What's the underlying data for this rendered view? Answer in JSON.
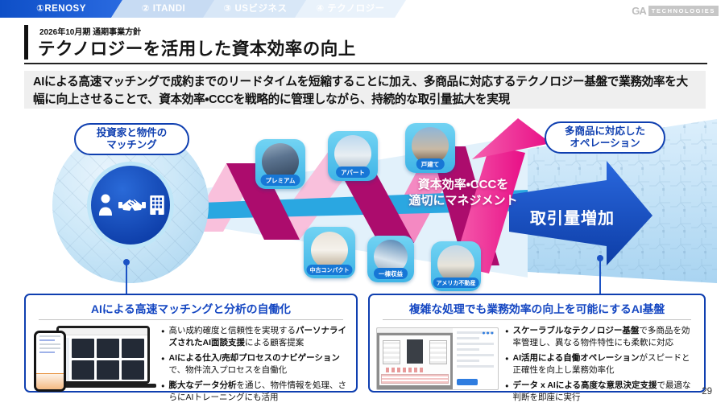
{
  "page": {
    "number": "29"
  },
  "nav": {
    "tabs": [
      {
        "label": "①RENOSY"
      },
      {
        "label": "② ITANDI"
      },
      {
        "label": "③ USビジネス"
      },
      {
        "label": "④ テクノロジー"
      }
    ],
    "logo": {
      "mark": "GA",
      "word": "TECHNOLOGIES"
    }
  },
  "header": {
    "eyebrow": "2026年10月期 通期事業方針",
    "title": "テクノロジーを活用した資本効率の向上"
  },
  "summary": "AIによる高速マッチングで成約までのリードタイムを短縮することに加え、多商品に対応するテクノロジー基盤で業務効率を大幅に向上させることで、資本効率・CCCを戦略的に管理しながら、持続的な取引量拡大を実現",
  "diagram": {
    "left_bubble": {
      "line1": "投資家と物件の",
      "line2": "マッチング"
    },
    "right_bubble": {
      "line1": "多商品に対応した",
      "line2": "オペレーション"
    },
    "center_label": {
      "line1": "資本効率・CCCを",
      "line2": "適切にマネジメント"
    },
    "arrow_label": "取引量増加",
    "products": [
      {
        "label": "プレミアム"
      },
      {
        "label": "アパート"
      },
      {
        "label": "戸建て"
      },
      {
        "label": "中古コンパクト"
      },
      {
        "label": "一棟収益"
      },
      {
        "label": "アメリカ不動産"
      }
    ]
  },
  "box_left": {
    "title": "AIによる高速マッチングと分析の自働化",
    "bullets": [
      [
        {
          "t": "高い成約確度と信頼性を実現する"
        },
        {
          "t": "パーソナライズされたAI面談支援",
          "b": true
        },
        {
          "t": "による顧客提案"
        }
      ],
      [
        {
          "t": "AIによる仕入/売却プロセスのナビゲーション",
          "b": true
        },
        {
          "t": "で、物件流入プロセスを自働化"
        }
      ],
      [
        {
          "t": "膨大なデータ分析",
          "b": true
        },
        {
          "t": "を通じ、物件情報を処理、さらにAIトレーニングにも活用"
        }
      ]
    ]
  },
  "box_right": {
    "title": "複雑な処理でも業務効率の向上を可能にするAI基盤",
    "bullets": [
      [
        {
          "t": "スケーラブルなテクノロジー基盤",
          "b": true
        },
        {
          "t": "で多商品を効率管理し、異なる物件特性にも柔軟に対応"
        }
      ],
      [
        {
          "t": "AI活用による自働オペレーション",
          "b": true
        },
        {
          "t": "がスピードと正確性を向上し業務効率化"
        }
      ],
      [
        {
          "t": "データ x AIによる高度な意思決定支援",
          "b": true
        },
        {
          "t": "で最適な判断を即座に実行"
        }
      ]
    ]
  },
  "colors": {
    "tab-blue": "#1b5ed8",
    "deep-blue": "#0f3fb0",
    "arrow-blue": "#1b52c4",
    "ribbon-blue": "#2aa7e1",
    "chip-blue": "#4cc2ec",
    "chip-pill-blue": "#1777d6",
    "pink-light": "#f9c0dc",
    "magenta-dark": "#ac0c6d",
    "pink-mid": "#f489c2",
    "magenta-bright": "#ec1089",
    "beam-blue": "#e2f1fb",
    "panel-blue": "#c9e6f9",
    "summary-gray": "#efefef"
  }
}
